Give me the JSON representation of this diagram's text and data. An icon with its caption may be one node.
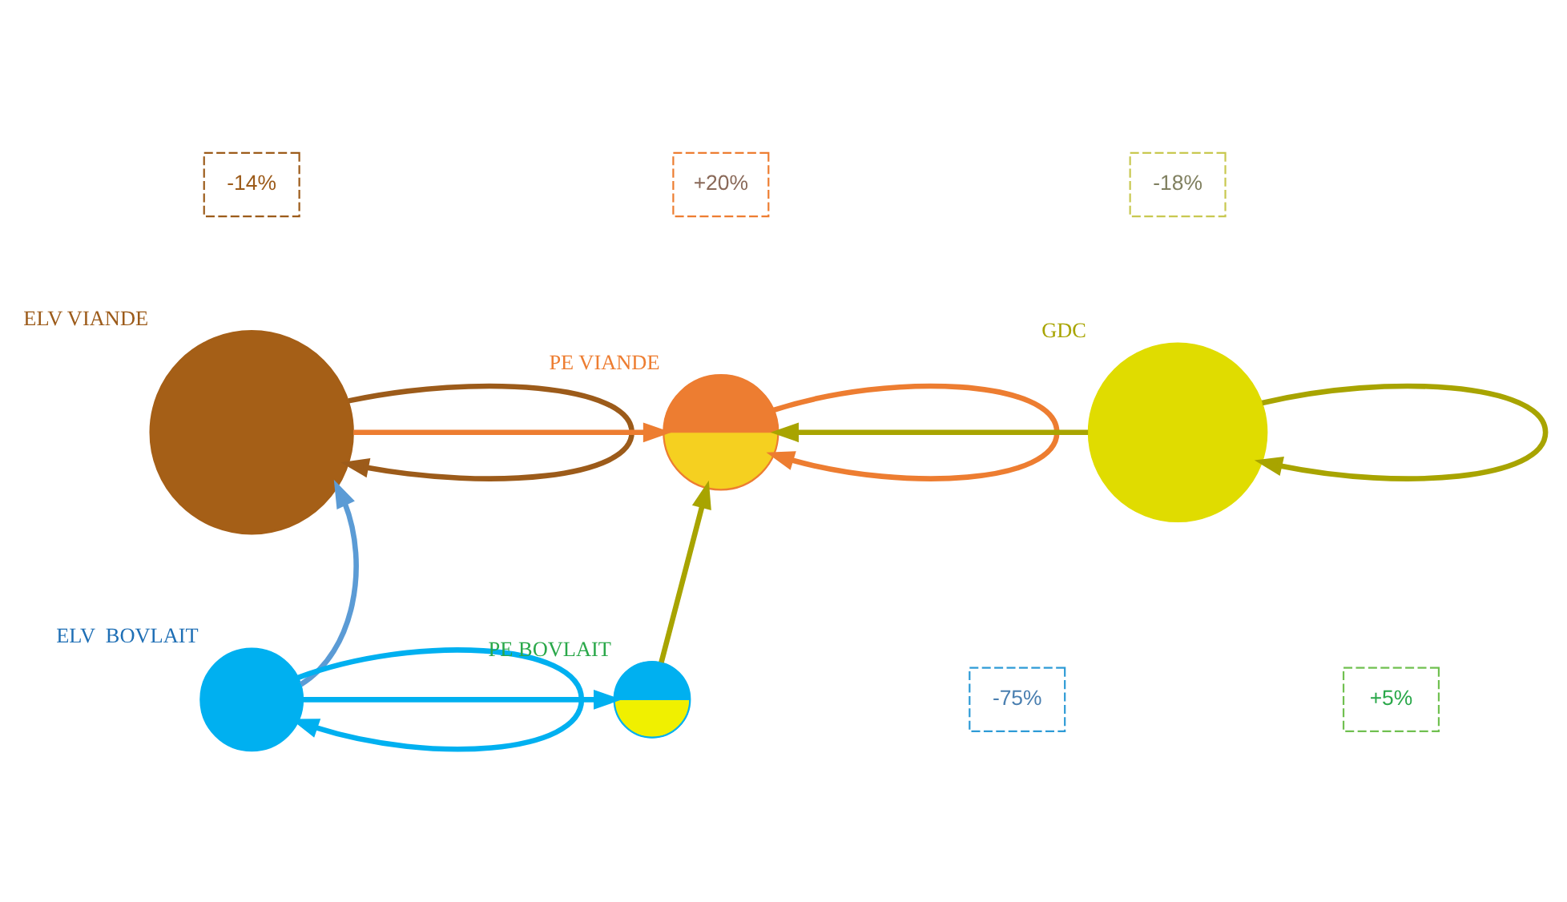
{
  "diagram": {
    "nodes": [
      {
        "text": [
          "-14%"
        ]
      },
      {
        "text": [],
        "shape": "circle",
        "beside": [
          "ELV VIANDE"
        ]
      },
      {
        "text": [
          "+20%"
        ]
      },
      {
        "text": [],
        "shape": "circle",
        "beside": [
          "PE VIANDE"
        ]
      },
      {
        "text": [
          "-18%"
        ]
      },
      {
        "text": [],
        "shape": "circle",
        "beside": [
          "GDC"
        ]
      },
      {
        "text": [
          "-75%"
        ]
      },
      {
        "text": [],
        "shape": "circle",
        "beside": [
          "ELV  BOVLAIT"
        ]
      },
      {
        "text": [],
        "shape": "circle",
        "beside": [
          "PE BOVLAIT"
        ]
      },
      {
        "text": [
          "+5%"
        ]
      }
    ],
    "edges": [
      {
        "from": 1,
        "to": 1,
        "arrow": "to",
        "color": "#9c5b1a"
      },
      {
        "from": 3,
        "to": 3,
        "arrow": "to",
        "color": "#ed7d31"
      },
      {
        "from": 5,
        "to": 5,
        "arrow": "to",
        "color": "#a8a400"
      },
      {
        "from": 1,
        "to": 3,
        "arrow": "to",
        "color": "#ed7d31"
      },
      {
        "from": 5,
        "to": 3,
        "arrow": "to",
        "color": "#a8a400"
      },
      {
        "from": 7,
        "to": 1,
        "arrow": "to",
        "color": "#5b9bd5"
      },
      {
        "from": 8,
        "to": 3,
        "arrow": "to",
        "color": "#a8a400"
      },
      {
        "from": 7,
        "to": 7,
        "arrow": "to",
        "color": "#00b0f0"
      },
      {
        "from": 7,
        "to": 8,
        "arrow": "to",
        "color": "#00b0f0"
      }
    ]
  }
}
